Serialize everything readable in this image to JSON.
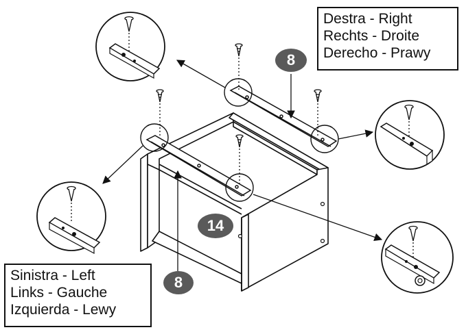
{
  "labels": {
    "right": [
      "Destra - Right",
      "Rechts - Droite",
      "Derecho - Prawy"
    ],
    "left": [
      "Sinistra - Left",
      "Links - Gauche",
      "Izquierda - Lewy"
    ]
  },
  "badges": {
    "top": "8",
    "middle": "14",
    "bottom": "8"
  },
  "colors": {
    "line": "#111111",
    "badge": "#5a5a5a",
    "panel": "#ffffff"
  }
}
